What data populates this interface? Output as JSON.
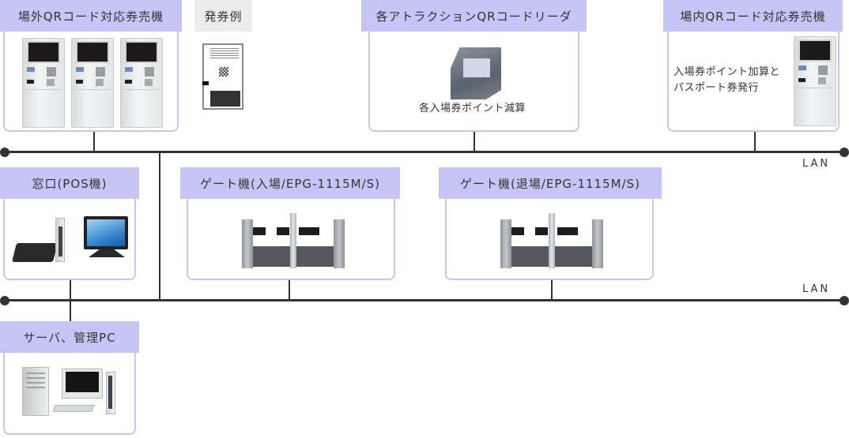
{
  "nodes": {
    "outdoor_ticket_machine": {
      "label": "場外QRコード対応券売機",
      "image": "ticket-machine-x3"
    },
    "ticket_sample": {
      "label": "発券例",
      "image": "issued-ticket"
    },
    "attraction_reader": {
      "label": "各アトラクションQRコードリーダ",
      "caption": "各入場券ポイント減算",
      "image": "qr-reader"
    },
    "indoor_ticket_machine": {
      "label": "場内QRコード対応券売機",
      "caption_line1": "入場券ポイント加算と",
      "caption_line2": "パスポート券発行",
      "image": "ticket-machine"
    },
    "pos": {
      "label": "窓口(POS機)",
      "image": "pos-terminal"
    },
    "gate_entry": {
      "label": "ゲート機(入場/EPG-1115M/S)",
      "image": "gate"
    },
    "gate_exit": {
      "label": "ゲート機(退場/EPG-1115M/S)",
      "image": "gate"
    },
    "server": {
      "label": "サーバ、管理PC",
      "image": "server-pc"
    }
  },
  "networks": {
    "upper": {
      "label": "LAN"
    },
    "lower": {
      "label": "LAN"
    }
  },
  "colors": {
    "label_bg": "#c6c5f5",
    "label_gray_bg": "#ececec",
    "card_border": "#c6c5f5",
    "line": "#333333"
  }
}
